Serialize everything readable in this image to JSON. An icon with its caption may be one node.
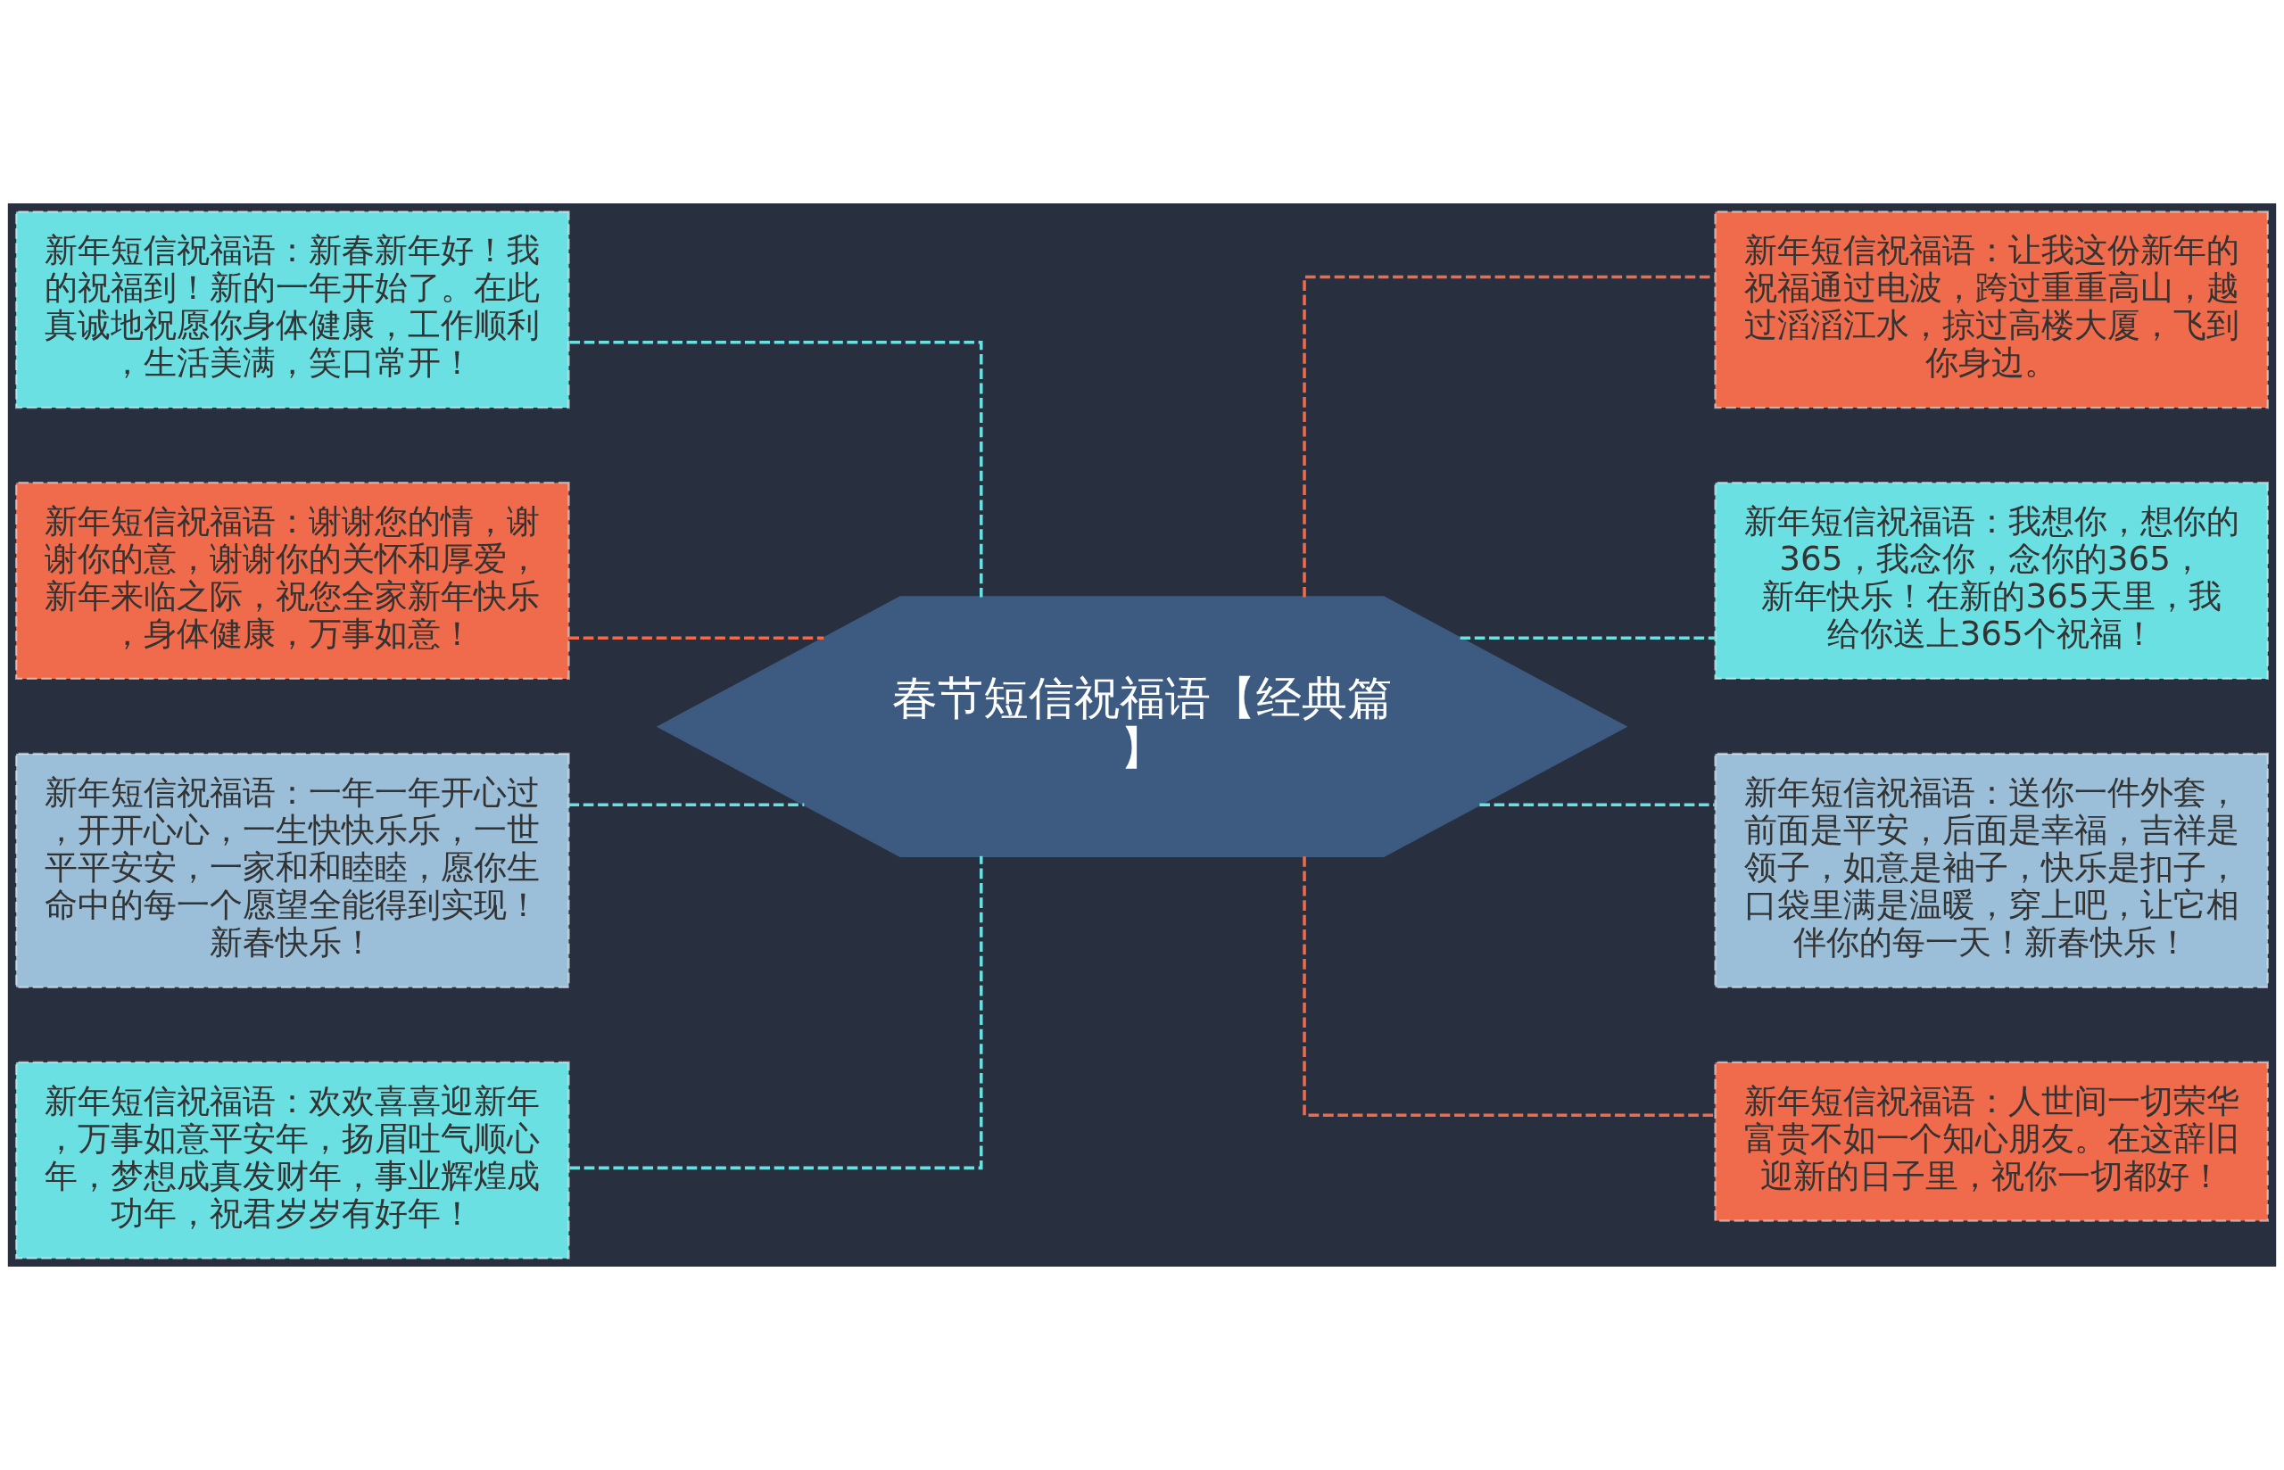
{
  "diagram": {
    "nodes": [
      {
        "text": [
          "春节短信祝福语【经典篇】"
        ]
      },
      {
        "text": [
          "新年短信祝福语：新春新年好！我的祝福到！新的一年开始了。在此真诚地祝愿你身体健康，工作顺利，生活美满，笑口常开！"
        ]
      },
      {
        "text": [
          "新年短信祝福语：谢谢您的情，谢谢你的意，谢谢你的关怀和厚爱，新年来临之际，祝您全家新年快乐，身体健康，万事如意！"
        ]
      },
      {
        "text": [
          "新年短信祝福语：一年一年开心过，开开心心，一生快快乐乐，一世平平安安，一家和和睦睦，愿你生命中的每一个愿望全能得到实现！新春快乐！"
        ]
      },
      {
        "text": [
          "新年短信祝福语：欢欢喜喜迎新年，万事如意平安年，扬眉吐气顺心年，梦想成真发财年，事业辉煌成功年，祝君岁岁有好年！"
        ]
      },
      {
        "text": [
          "新年短信祝福语：让我这份新年的祝福通过电波，跨过重重高山，越过滔滔江水，掠过高楼大厦，飞到你身边。"
        ]
      },
      {
        "text": [
          "新年短信祝福语：我想你，想你的365，我念你，念你的365，新年快乐！在新的365天里，我给你送上365个祝福！"
        ]
      },
      {
        "text": [
          "新年短信祝福语：送你一件外套，前面是平安，后面是幸福，吉祥是领子，如意是袖子，快乐是扣子，口袋里满是温暖，穿上吧，让它相伴你的每一天！新春快乐！"
        ]
      },
      {
        "text": [
          "新年短信祝福语：人世间一切荣华富贵不如一个知心朋友。在这辞旧迎新的日子里，祝你一切都好！"
        ]
      }
    ],
    "edges": [
      {
        "from": 0,
        "to": 1,
        "arrow": "none",
        "style": "dashed"
      },
      {
        "from": 0,
        "to": 2,
        "arrow": "none",
        "style": "dashed",
        "color": "#ef6b4b"
      },
      {
        "from": 0,
        "to": 3,
        "arrow": "none",
        "style": "dashed"
      },
      {
        "from": 0,
        "to": 4,
        "arrow": "none",
        "style": "dashed"
      },
      {
        "from": 0,
        "to": 5,
        "arrow": "none",
        "style": "dashed",
        "color": "#ef6b4b"
      },
      {
        "from": 0,
        "to": 6,
        "arrow": "none",
        "style": "dashed"
      },
      {
        "from": 0,
        "to": 7,
        "arrow": "none",
        "style": "dashed"
      },
      {
        "from": 0,
        "to": 8,
        "arrow": "none",
        "style": "dashed",
        "color": "#ef6b4b"
      }
    ]
  }
}
